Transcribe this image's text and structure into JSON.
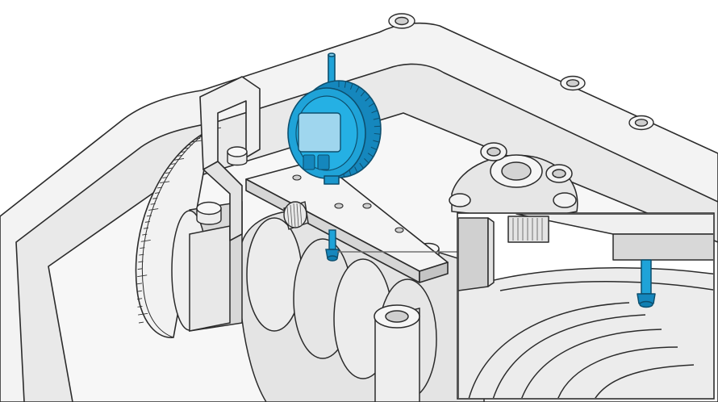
{
  "figure": {
    "subject": "dial-indicator-on-camshaft-with-degree-wheel",
    "inset": "detail-of-indicator-plunger-on-cam-lobe"
  },
  "colors": {
    "background": "#ffffff",
    "outline": "#2b2b2b",
    "part_fill": "#f1f1f1",
    "part_shade": "#d9d9d9",
    "part_dark": "#bdbdbd",
    "highlight_blue": "#1fa3d8",
    "highlight_blue_dark": "#0d6f9a",
    "screen": "#9fd6ee"
  },
  "degree_wheel": {
    "tick_count": 36
  }
}
